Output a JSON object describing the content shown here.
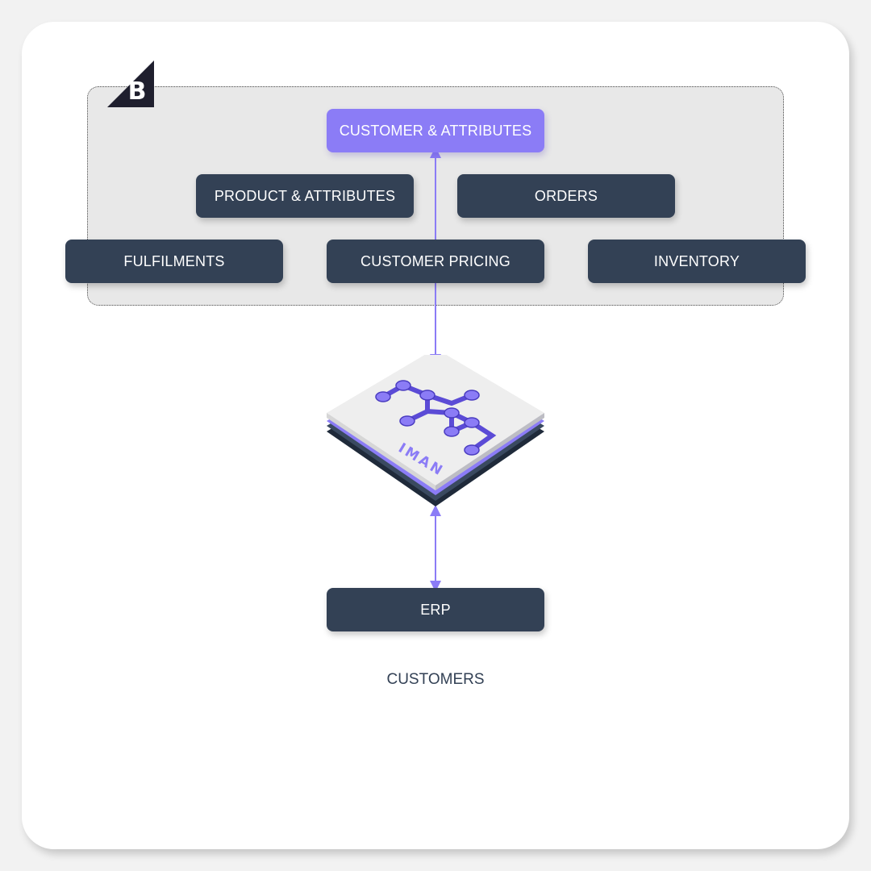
{
  "nodes": {
    "customer_attributes": "CUSTOMER & ATTRIBUTES",
    "product_attributes": "PRODUCT & ATTRIBUTES",
    "orders": "ORDERS",
    "fulfilments": "FULFILMENTS",
    "customer_pricing": "CUSTOMER PRICING",
    "inventory": "INVENTORY",
    "erp": "ERP"
  },
  "hub": {
    "label": "IMAN"
  },
  "caption": "CUSTOMERS",
  "colors": {
    "accent": "#8b7cf6",
    "node": "#334155",
    "zone": "#e8e8e8",
    "background": "#f2f2f2"
  },
  "icons": {
    "logo": "bigcommerce-logo-icon",
    "hub": "iman-platform-icon"
  }
}
